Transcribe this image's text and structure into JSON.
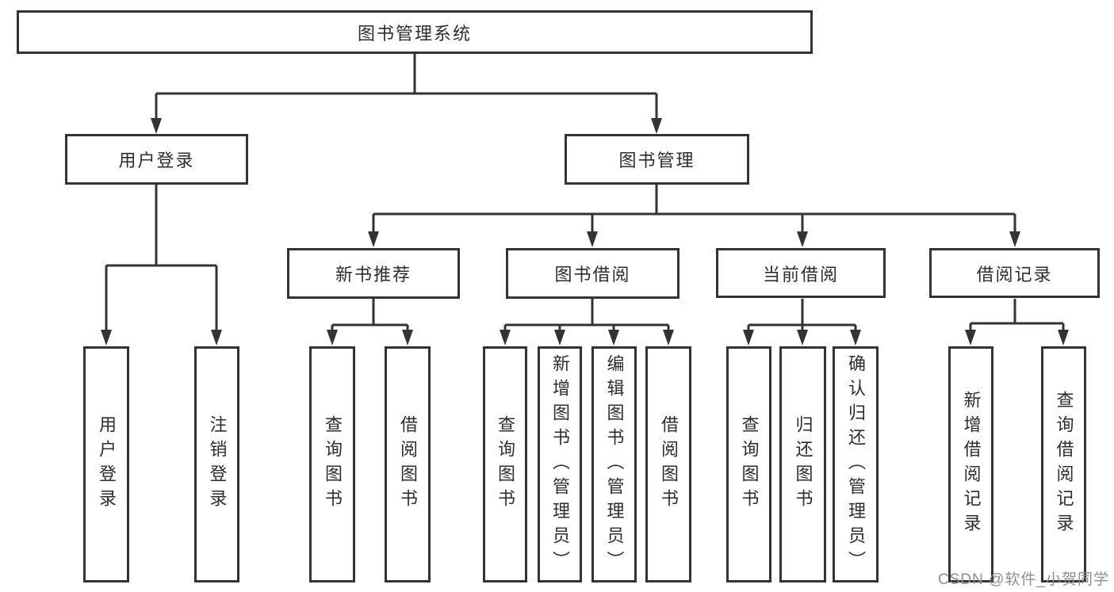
{
  "diagram": {
    "title_node": {
      "label": "图书管理系统"
    },
    "level2": [
      {
        "label": "用户登录",
        "leaves": [
          {
            "label": "用户登录"
          },
          {
            "label": "注销登录"
          }
        ]
      },
      {
        "label": "图书管理",
        "level3": [
          {
            "label": "新书推荐",
            "leaves": [
              {
                "label": "查询图书"
              },
              {
                "label": "借阅图书"
              }
            ]
          },
          {
            "label": "图书借阅",
            "leaves": [
              {
                "label": "查询图书"
              },
              {
                "label": "新增图书（管理员）"
              },
              {
                "label": "编辑图书（管理员）"
              },
              {
                "label": "借阅图书"
              }
            ]
          },
          {
            "label": "当前借阅",
            "leaves": [
              {
                "label": "查询图书"
              },
              {
                "label": "归还图书"
              },
              {
                "label": "确认归还（管理员）"
              }
            ]
          },
          {
            "label": "借阅记录",
            "leaves": [
              {
                "label": "新增借阅记录"
              },
              {
                "label": "查询借阅记录"
              }
            ]
          }
        ]
      }
    ],
    "watermark": "CSDN @软件_小贺同学",
    "colors": {
      "line": "#333333",
      "box_border": "#333333",
      "box_background": "#ffffff",
      "text": "#2d2d2d",
      "watermark": "#8e8e8e"
    }
  }
}
